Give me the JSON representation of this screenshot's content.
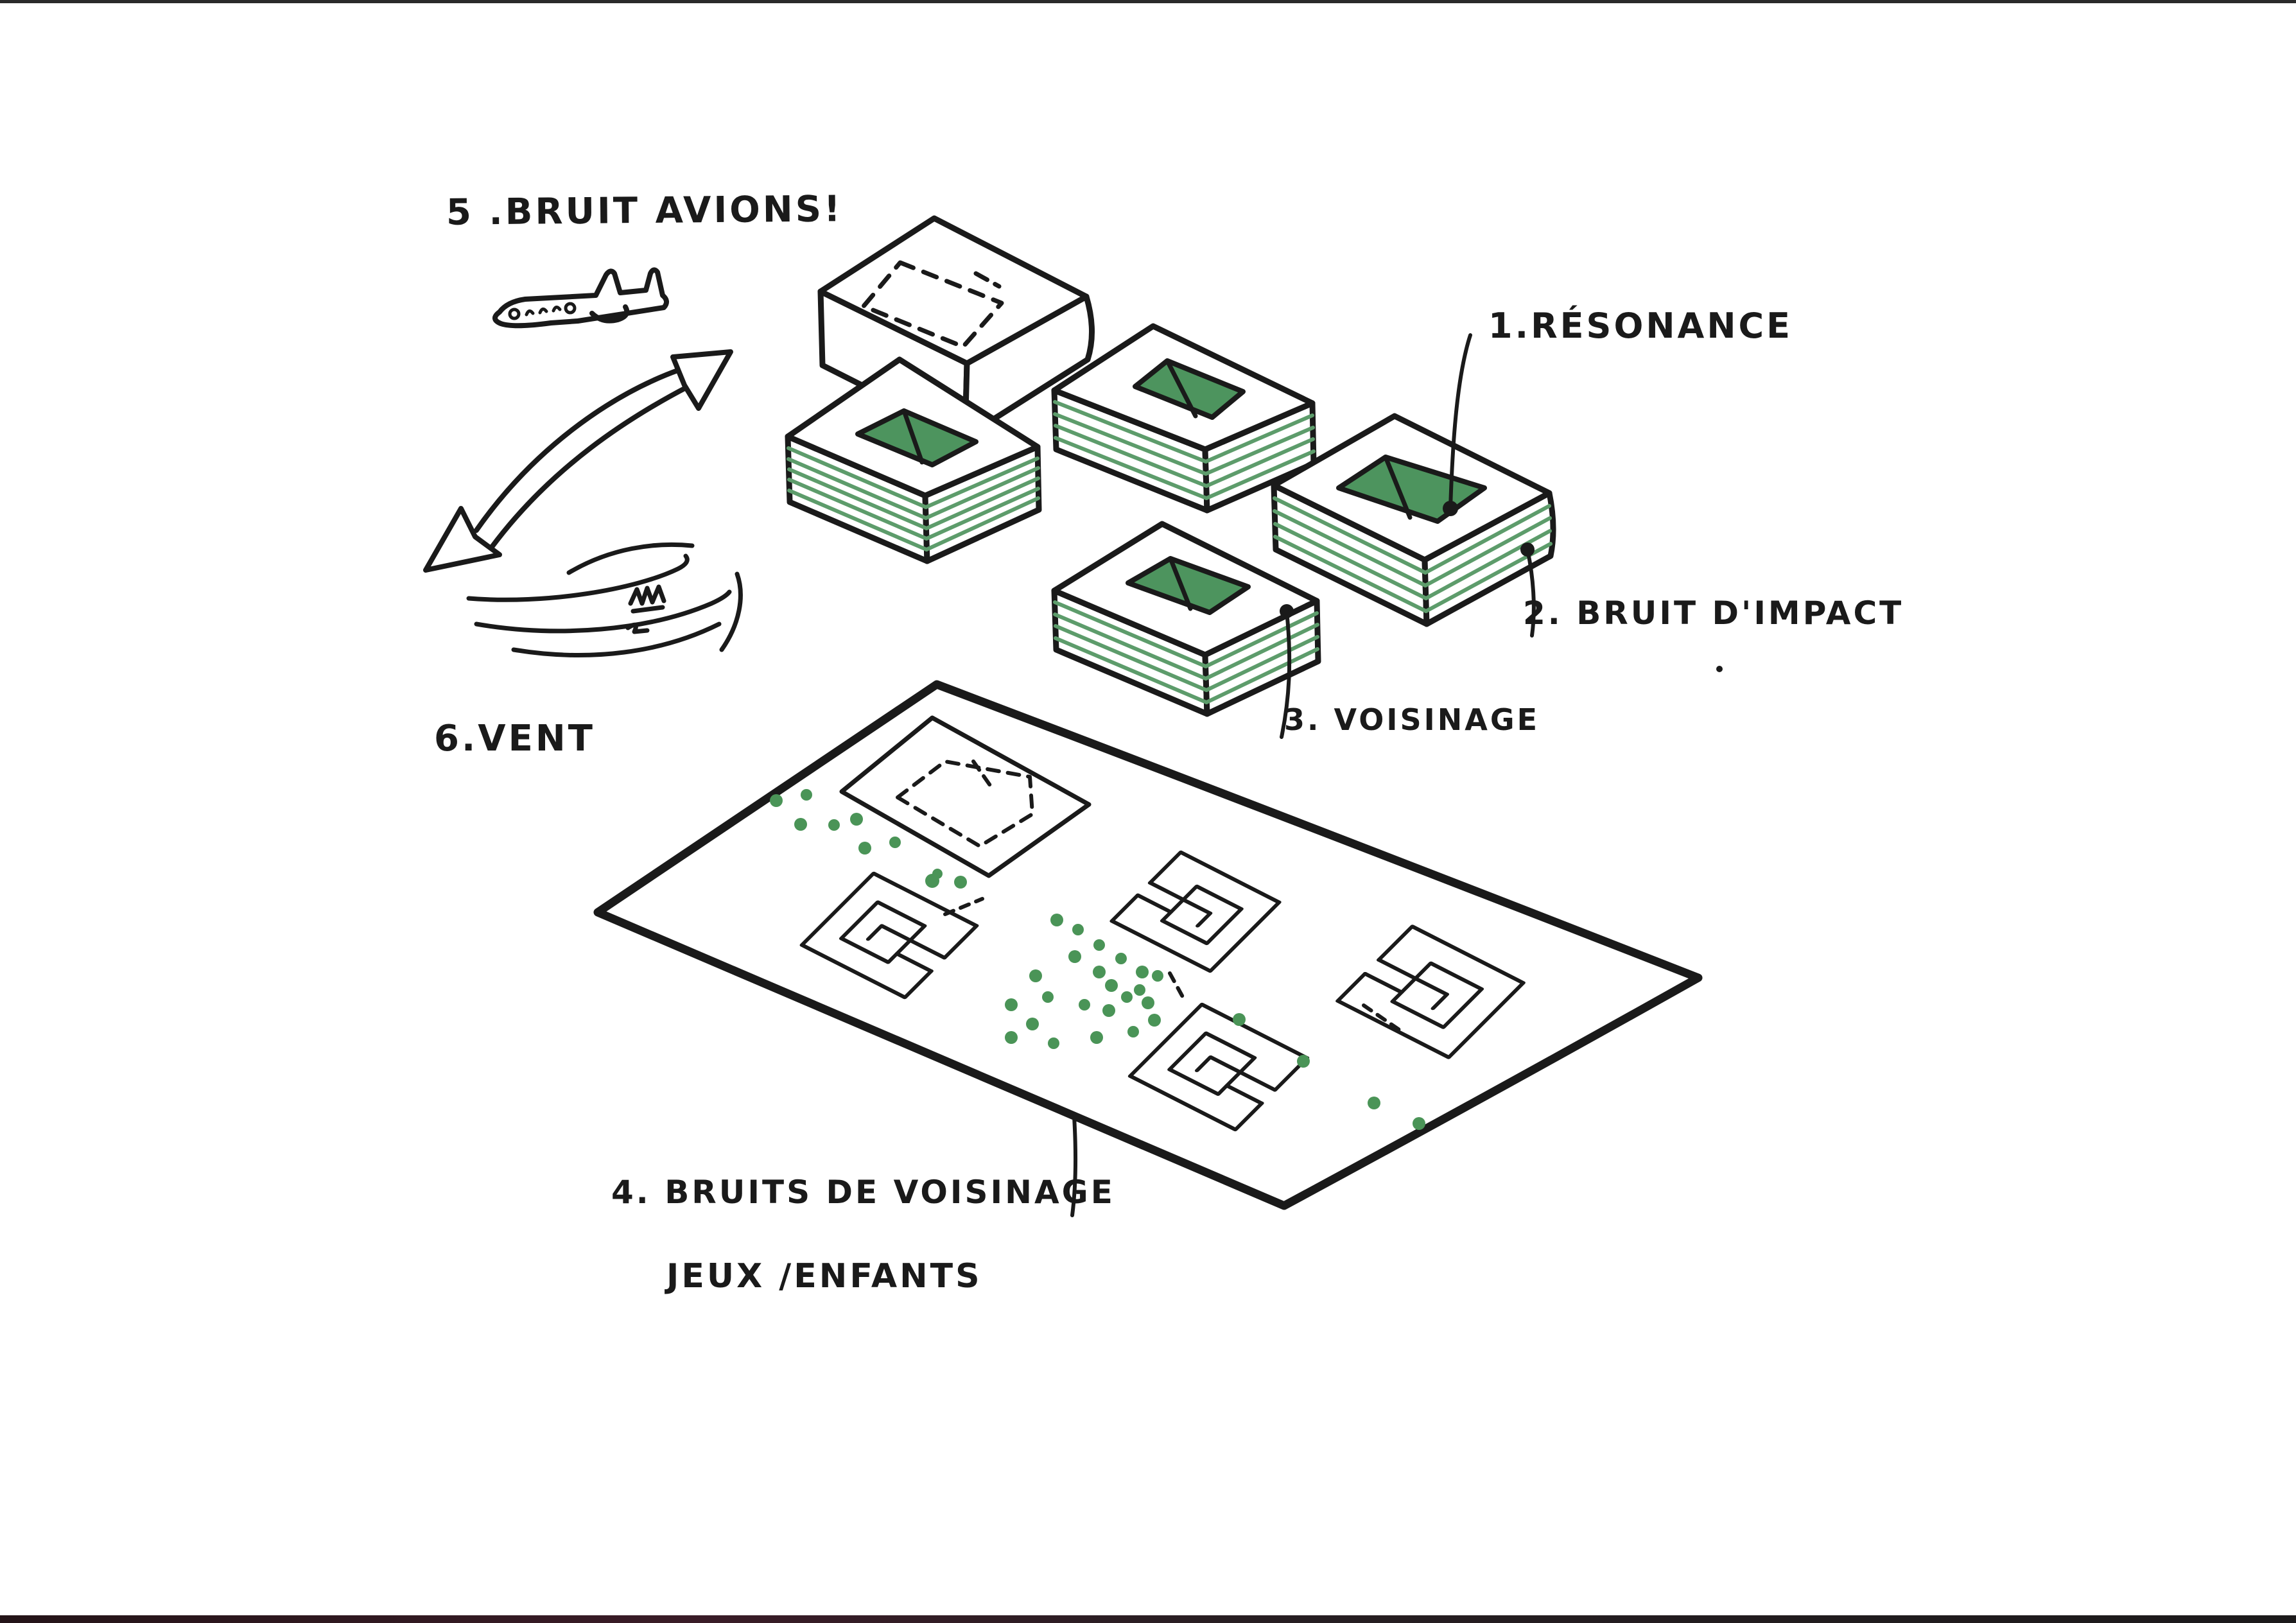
{
  "canvas": {
    "background": "#ffffff",
    "ink": "#1a1a1a",
    "courtyard_green": "#4d945e",
    "stripe_green": "#5d9c6b",
    "dot_green": "#4a9457",
    "top_edge_color": "#2b2b2b",
    "bottom_bar_color": "#241a1f"
  },
  "labels": {
    "resonance": "1.RÉSONANCE",
    "bruit_impact": "2. BRUIT D'IMPACT",
    "voisinage": "3. VOISINAGE",
    "bruits_voisinage_line1": "4. BRUITS DE VOISINAGE",
    "bruits_voisinage_line2": "JEUX /ENFANTS",
    "bruit_avions": "5 .BRUIT AVIONS!",
    "vent": "6.VENT"
  },
  "icons": [
    "airplane-icon",
    "double-curved-arrow-icon",
    "wind-icon",
    "building-block-dashed-roof",
    "building-block-courtyard",
    "site-plan",
    "tree-dots"
  ]
}
